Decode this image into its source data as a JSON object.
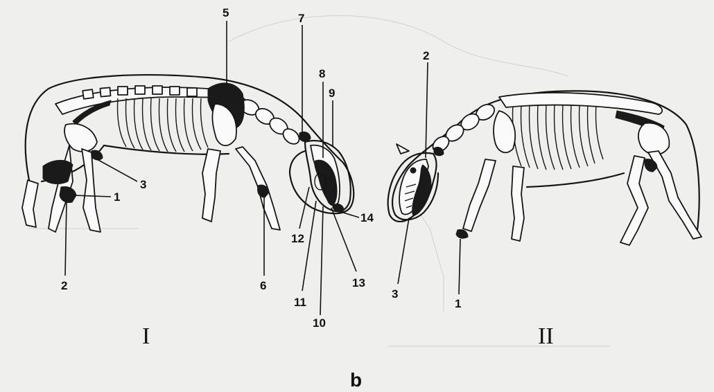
{
  "figure": {
    "panel_labels": [
      "I",
      "II"
    ],
    "figure_letter": "b"
  },
  "callouts": {
    "left": [
      "1",
      "2",
      "3",
      "5",
      "6",
      "7",
      "8",
      "9",
      "10",
      "11",
      "12",
      "13",
      "14"
    ],
    "right": [
      "1",
      "2",
      "3"
    ]
  },
  "colors": {
    "background": "#efefee",
    "ink": "#151515",
    "muscle_fill": "#1a1a1a"
  }
}
